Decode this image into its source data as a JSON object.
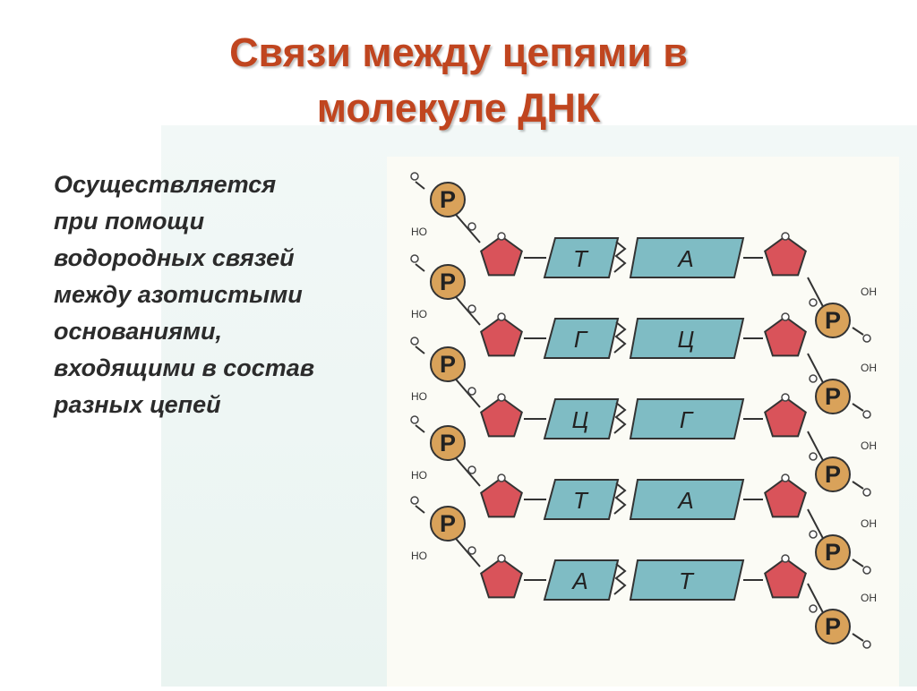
{
  "title": {
    "line1": "Связи между цепями в",
    "line2": "молекуле ДНК"
  },
  "body": {
    "lines": [
      "Осуществляется",
      "при помощи",
      "водородных связей",
      "между азотистыми",
      "основаниями,",
      "входящими в состав",
      "разных цепей"
    ]
  },
  "diagram": {
    "phosphate_label": "P",
    "oxygen_label": "O",
    "ho_label": "HO",
    "oh_label": "OH",
    "pairs": [
      {
        "left": "Т",
        "right": "А"
      },
      {
        "left": "Г",
        "right": "Ц"
      },
      {
        "left": "Ц",
        "right": "Г"
      },
      {
        "left": "Т",
        "right": "А"
      },
      {
        "left": "А",
        "right": "Т"
      }
    ],
    "colors": {
      "base": "#7fbcc4",
      "sugar": "#d9535a",
      "phosphate": "#d9a25a",
      "title": "#c0451f"
    }
  }
}
